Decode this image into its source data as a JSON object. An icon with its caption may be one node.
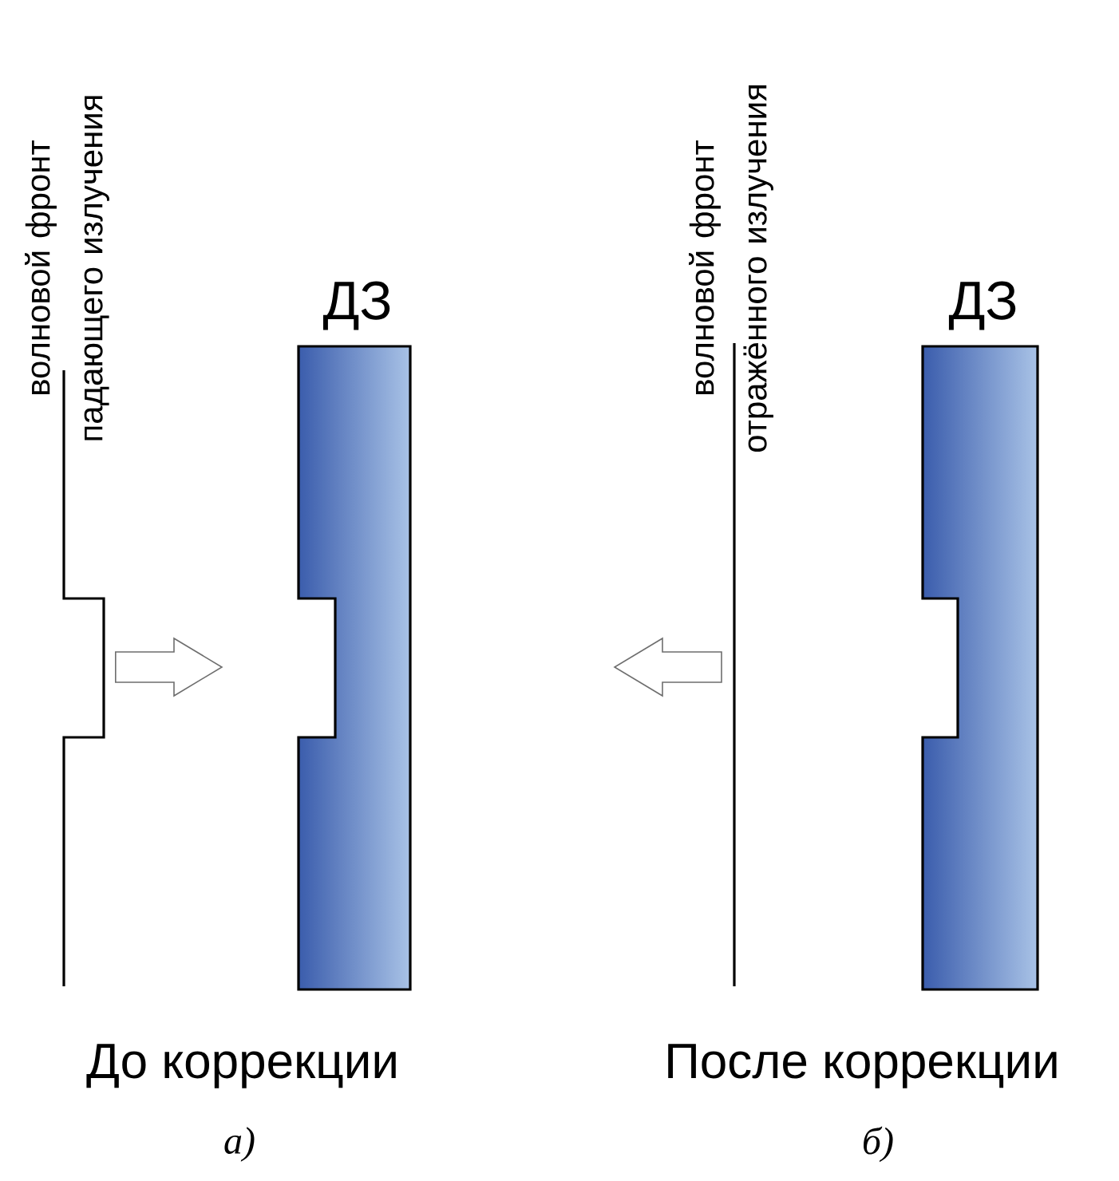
{
  "diagram": {
    "nodes": [
      {
        "text": [
          "волновой фронт падающего излучения"
        ]
      },
      {
        "text": [
          "ДЗ"
        ]
      },
      {
        "text": [
          "волновой фронт отражённого излучения"
        ]
      },
      {
        "text": [
          "ДЗ"
        ]
      }
    ],
    "edges": [
      {
        "from": 0,
        "to": 1,
        "arrow": "to"
      },
      {
        "from": 2,
        "to": null,
        "arrow": "to"
      }
    ],
    "labels": [
      "До коррекции",
      "а)",
      "После коррекции",
      "б)"
    ]
  }
}
